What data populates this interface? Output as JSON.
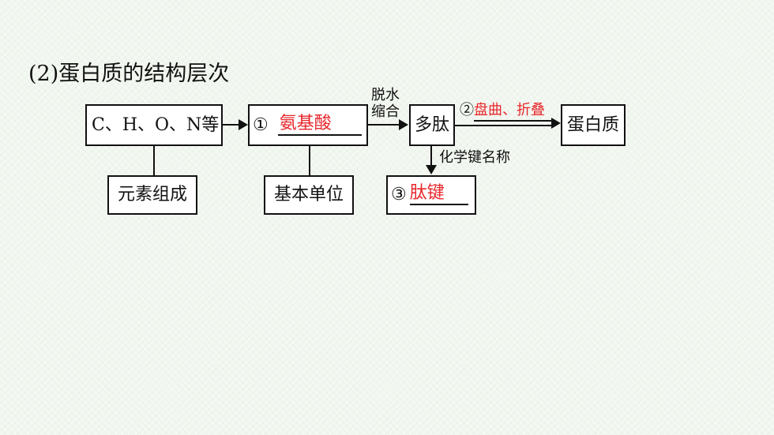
{
  "title": "(2)蛋白质的结构层次",
  "nodes": {
    "elements": "C、H、O、N等",
    "blank1_num": "①",
    "blank1_answer": "氨基酸",
    "polypeptide": "多肽",
    "protein": "蛋白质",
    "blank3_num": "③",
    "blank3_answer": "肽键"
  },
  "labels": {
    "element_composition": "元素组成",
    "basic_unit": "基本单位",
    "dehydration_line1": "脱水",
    "dehydration_line2": "缩合",
    "blank2_num": "②",
    "blank2_answer": "盘曲、折叠",
    "chemical_bond_name": "化学键名称"
  },
  "colors": {
    "answer": "#e8262a",
    "line": "#111111"
  }
}
